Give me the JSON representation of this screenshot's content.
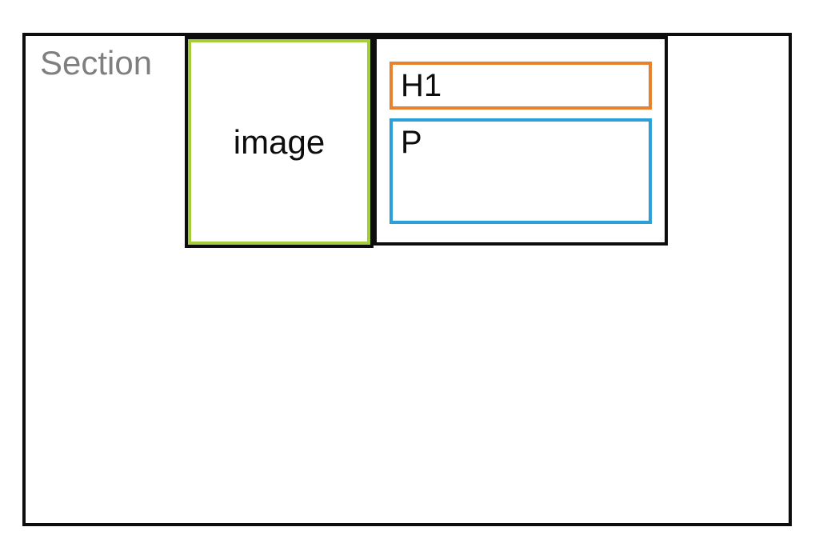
{
  "diagram": {
    "type": "webpage-layout-wireframe",
    "background_color": "#ffffff",
    "frame_color": "#0d0d0d"
  },
  "section": {
    "label": "Section",
    "label_color": "#7f7f7f",
    "border_color": "#0d0d0d"
  },
  "figure": {
    "image_label": "image",
    "image_label_color": "#0d0d0d",
    "inner_border_color": "#a6ce39",
    "outer_border_color": "#0d0d0d"
  },
  "content": {
    "outer_border_color": "#0d0d0d",
    "h1_label": "H1",
    "h1_border_color": "#e8812d",
    "p_label": "P",
    "p_border_color": "#2b9fd8"
  }
}
